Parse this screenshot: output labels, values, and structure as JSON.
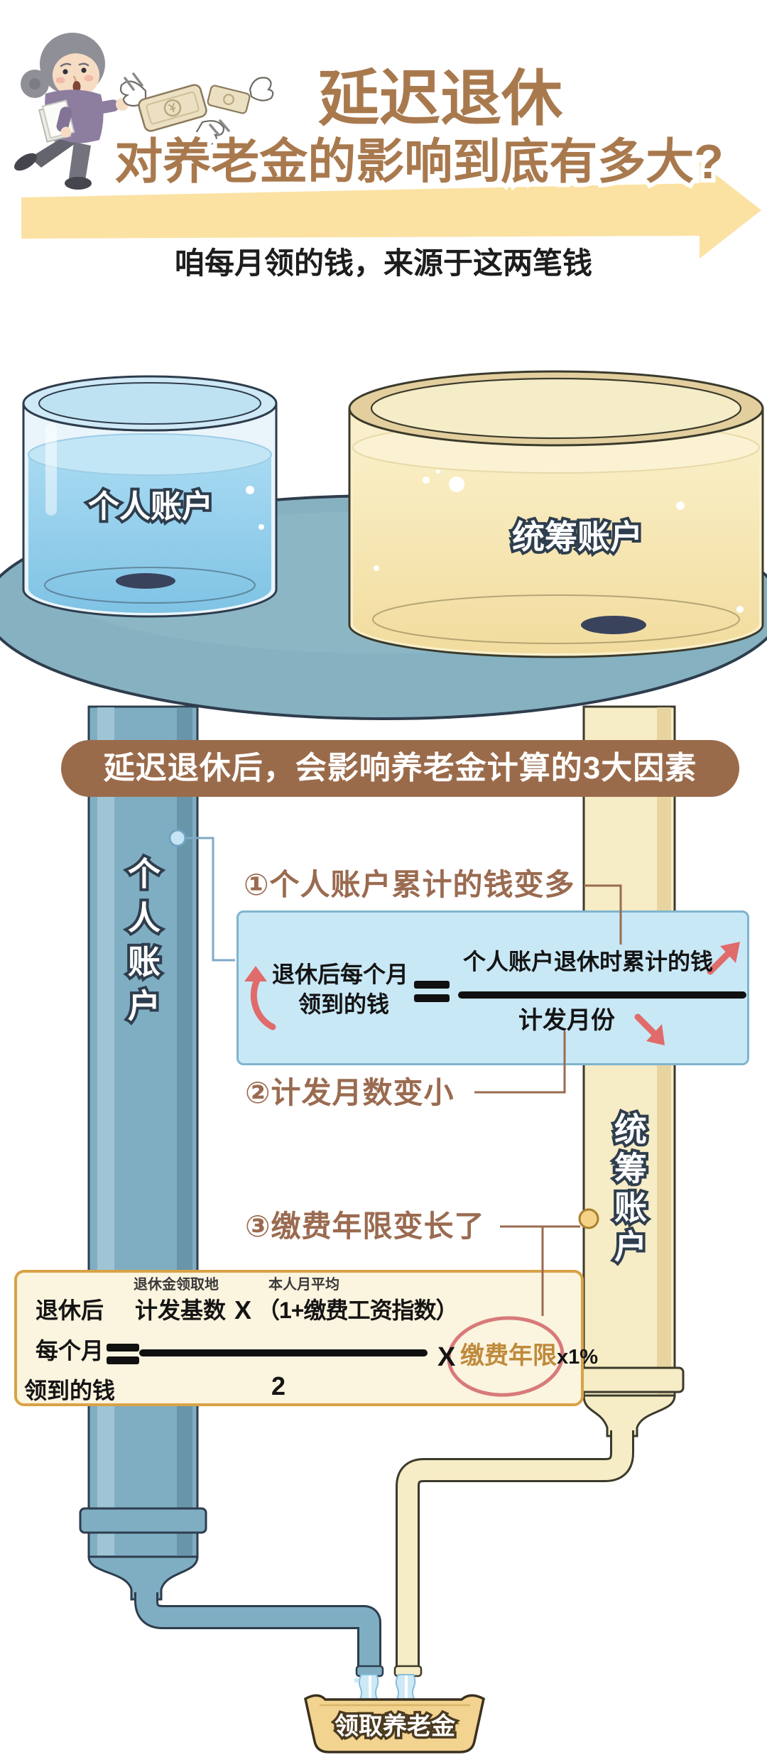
{
  "header": {
    "title_line1": "延迟退休",
    "title_line2": "对养老金的影响到底有多大?",
    "subtitle": "咱每月领的钱，来源于这两笔钱"
  },
  "tanks": {
    "personal_label": "个人账户",
    "pooled_label": "统筹账户"
  },
  "banner": {
    "text": "延迟退休后，会影响养老金计算的3大因素"
  },
  "pipes": {
    "personal_label": "个人账户",
    "pooled_label": "统筹账户"
  },
  "factors": {
    "f1": "①个人账户累计的钱变多",
    "f2": "②计发月数变小",
    "f3": "③缴费年限变长了"
  },
  "formula1": {
    "left_line1": "退休后每个月",
    "left_line2": "领到的钱",
    "equals": "=",
    "numerator": "个人账户退休时累计的钱",
    "denominator": "计发月份"
  },
  "formula2": {
    "left_line1": "退休后",
    "left_line2": "每个月",
    "left_line3": "领到的钱",
    "equals": "=",
    "numerator_note_left": "退休金领取地",
    "numerator_note_right": "本人月平均",
    "numerator_base": "计发基数",
    "numerator_times": "X",
    "numerator_factor": "（1+缴费工资指数）",
    "denominator": "2",
    "times": "X",
    "highlighted_term": "缴费年限",
    "suffix": "x1%"
  },
  "basin": {
    "label": "领取养老金"
  },
  "colors": {
    "title_brown": "#A9794E",
    "banner_brown": "#9A6B4B",
    "heading_brown": "#9A6B50",
    "arrow_yellow": "#FBE2A3",
    "box1_bg": "#C9E8F6",
    "box2_bg": "#FBF4DF",
    "box2_border": "#D9A246",
    "accent_red": "#E06B6B",
    "highlight_brown": "#BF8A3C",
    "pipe_blue": "#7FAEC3",
    "pipe_yellow": "#F6ECC5",
    "table_teal": "#86B1C0",
    "drain_navy": "#39435C"
  }
}
